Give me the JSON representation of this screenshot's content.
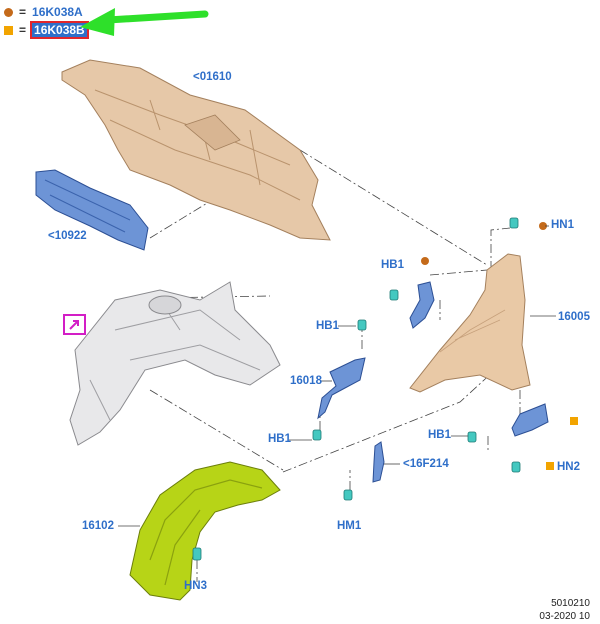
{
  "legend": [
    {
      "symbol": "dot-icon",
      "code": "16K038A"
    },
    {
      "symbol": "square-icon",
      "code": "16K038B"
    }
  ],
  "equals": "=",
  "callouts": {
    "c01610": "<01610",
    "c10922": "<10922",
    "hb1_top": "HB1",
    "hn1": "HN1",
    "c16005": "16005",
    "hb1_mid": "HB1",
    "c16018": "16018",
    "hb1_low": "HB1",
    "hb1_right": "HB1",
    "c16f214": "<16F214",
    "hn2": "HN2",
    "c16102": "16102",
    "hm1": "HM1",
    "hn3": "HN3"
  },
  "footer": {
    "diagram_id": "5010210",
    "date": "03-2020 10"
  },
  "colors": {
    "accent": "#2f6fc9",
    "highlight": "#e2262b",
    "arrow": "#2ee02a",
    "dot": "#c46a1a",
    "square": "#f2a400",
    "panel": "#e6c8a8",
    "liner": "#b7d417",
    "link": "#d31ec6"
  }
}
